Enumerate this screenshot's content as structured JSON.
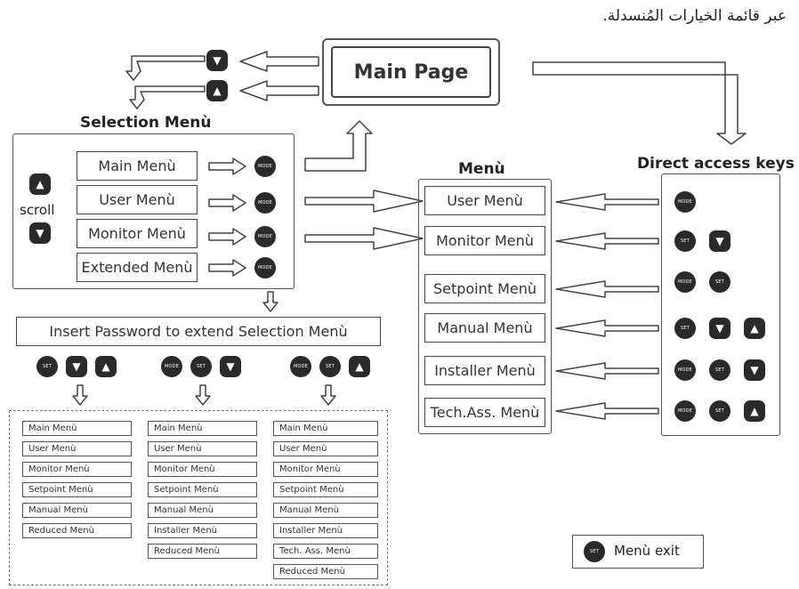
{
  "caption": "عبر قائمة الخيارات المُنسدلة.",
  "main_page": "Main Page",
  "selection": {
    "title": "Selection Menù",
    "scroll": "scroll",
    "items": [
      "Main Menù",
      "User Menù",
      "Monitor Menù",
      "Extended Menù"
    ]
  },
  "menu": {
    "title": "Menù",
    "items": [
      "User Menù",
      "Monitor Menù",
      "Setpoint Menù",
      "Manual Menù",
      "Installer Menù",
      "Tech.Ass. Menù"
    ]
  },
  "direct": {
    "title": "Direct access keys"
  },
  "password": "Insert Password to extend Selection Menù",
  "lists": {
    "col1": [
      "Main Menù",
      "User Menù",
      "Monitor Menù",
      "Setpoint Menù",
      "Manual Menù",
      "Reduced Menù"
    ],
    "col2": [
      "Main Menù",
      "User Menù",
      "Monitor Menù",
      "Setpoint Menù",
      "Manual Menù",
      "Installer Menù",
      "Reduced Menù"
    ],
    "col3": [
      "Main Menù",
      "User Menù",
      "Monitor Menù",
      "Setpoint Menù",
      "Manual Menù",
      "Installer Menù",
      "Tech. Ass. Menù",
      "Reduced Menù"
    ]
  },
  "keys": {
    "mode": "MODE",
    "set": "SET",
    "up": "▲",
    "down": "▼"
  },
  "legend": {
    "exit": "Menù exit"
  }
}
